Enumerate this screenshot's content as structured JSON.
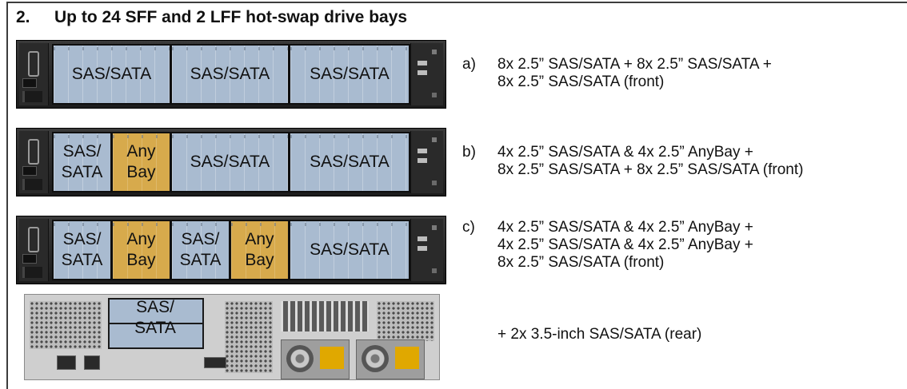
{
  "heading": {
    "number": "2.",
    "title": "Up to 24 SFF and 2 LFF hot-swap drive bays"
  },
  "rows": [
    {
      "letter": "a)",
      "lines": [
        "8x 2.5” SAS/SATA + 8x 2.5” SAS/SATA +",
        "8x 2.5” SAS/SATA (front)"
      ],
      "bays": [
        {
          "label": "SAS/SATA",
          "kind": "sas",
          "slots": 8
        },
        {
          "label": "SAS/SATA",
          "kind": "sas",
          "slots": 8
        },
        {
          "label": "SAS/SATA",
          "kind": "sas",
          "slots": 8
        }
      ]
    },
    {
      "letter": "b)",
      "lines": [
        "4x 2.5” SAS/SATA & 4x 2.5” AnyBay +",
        "8x 2.5” SAS/SATA + 8x 2.5” SAS/SATA (front)"
      ],
      "bays": [
        {
          "label": "SAS/\nSATA",
          "kind": "sas",
          "slots": 4
        },
        {
          "label": "Any\nBay",
          "kind": "anybay",
          "slots": 4
        },
        {
          "label": "SAS/SATA",
          "kind": "sas",
          "slots": 8
        },
        {
          "label": "SAS/SATA",
          "kind": "sas",
          "slots": 8
        }
      ]
    },
    {
      "letter": "c)",
      "lines": [
        "4x 2.5” SAS/SATA & 4x 2.5” AnyBay +",
        "4x 2.5” SAS/SATA & 4x 2.5” AnyBay +",
        "8x 2.5” SAS/SATA (front)"
      ],
      "bays": [
        {
          "label": "SAS/\nSATA",
          "kind": "sas",
          "slots": 4
        },
        {
          "label": "Any\nBay",
          "kind": "anybay",
          "slots": 4
        },
        {
          "label": "SAS/\nSATA",
          "kind": "sas",
          "slots": 4
        },
        {
          "label": "Any\nBay",
          "kind": "anybay",
          "slots": 4
        },
        {
          "label": "SAS/SATA",
          "kind": "sas",
          "slots": 8
        }
      ]
    }
  ],
  "rear": {
    "bay_label": "SAS/\nSATA",
    "text": "+ 2x 3.5-inch SAS/SATA (rear)"
  },
  "colors": {
    "sas": "#a9bbd0",
    "anybay": "#d7aa4c",
    "chassis": "#1c1c1c"
  }
}
